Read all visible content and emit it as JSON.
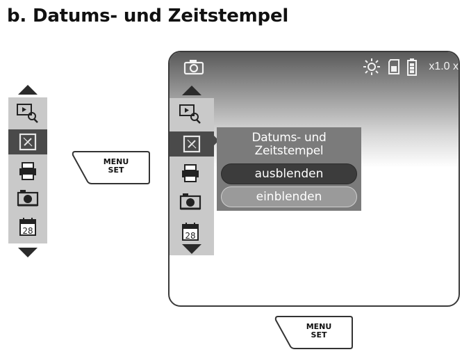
{
  "heading": "b. Datums- und Zeitstempel",
  "menu_key": {
    "line1": "MENU",
    "line2": "SET"
  },
  "screen": {
    "zoom": "x1.0 x",
    "submenu": {
      "title_line1": "Datums- und",
      "title_line2": "Zeitstempel",
      "options": [
        "ausblenden",
        "einblenden"
      ],
      "selected": "ausblenden"
    }
  },
  "calendar_day": "28",
  "icons": [
    "camera-icon",
    "sun-icon",
    "sd-card-icon",
    "battery-icon",
    "playback-zoom-icon",
    "date-stamp-icon",
    "print-icon",
    "projector-icon",
    "calendar-icon",
    "arrow-up-icon",
    "arrow-down-icon"
  ],
  "colors": {
    "screen_top": "#5a5a5a",
    "menu_bg": "#c9c9c9",
    "selected": "#4a4a4a",
    "submenu": "#7b7b7b"
  }
}
